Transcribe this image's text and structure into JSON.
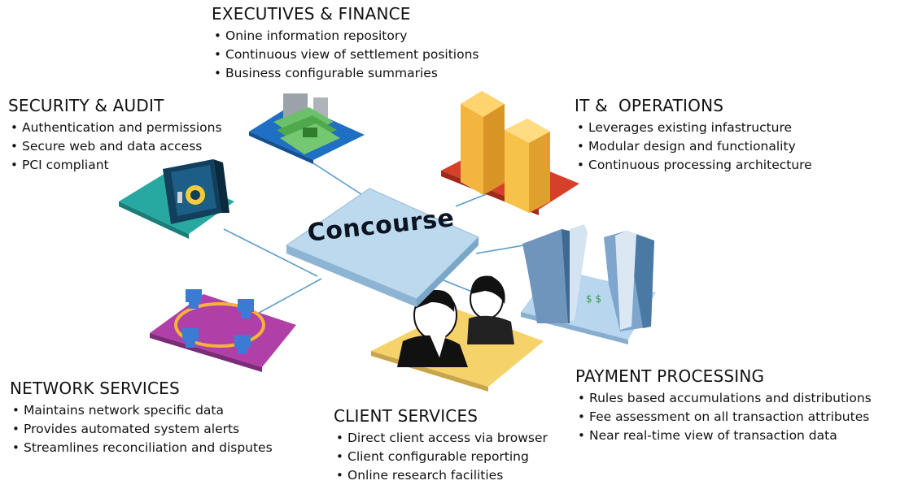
{
  "center": {
    "label": "Concourse"
  },
  "colors": {
    "hub": "#bcd9ee",
    "executives_tile": "#1f6fc4",
    "security_tile": "#27a9a1",
    "it_tile": "#d6402a",
    "payment_tile": "#b9d6ef",
    "network_tile": "#b040a8",
    "client_tile": "#f6d26a",
    "connector_line": "#5a9bc9"
  },
  "sections": {
    "executives": {
      "title": "EXECUTIVES & FINANCE",
      "items": [
        "Onine information repository",
        "Continuous view of settlement positions",
        "Business configurable summaries"
      ],
      "icon": "money-stack-icon"
    },
    "security": {
      "title": "SECURITY & AUDIT",
      "items": [
        "Authentication and permissions",
        "Secure web and data access",
        "PCI compliant"
      ],
      "icon": "vault-safe-icon"
    },
    "it": {
      "title": "IT &  OPERATIONS",
      "items": [
        "Leverages existing infastructure",
        "Modular design and functionality",
        "Continuous processing architecture"
      ],
      "icon": "office-buildings-icon"
    },
    "payment": {
      "title": "PAYMENT PROCESSING",
      "items": [
        "Rules based accumulations and distributions",
        "Fee assessment on all transaction attributes",
        "Near real-time view of transaction data"
      ],
      "icon": "glass-towers-icon"
    },
    "network": {
      "title": "NETWORK SERVICES",
      "items": [
        "Maintains network specific data",
        "Provides automated system alerts",
        "Streamlines reconciliation and disputes"
      ],
      "icon": "network-computers-icon"
    },
    "client": {
      "title": "CLIENT SERVICES",
      "items": [
        "Direct client access via browser",
        "Client configurable reporting",
        "Online research facilities"
      ],
      "icon": "call-center-people-icon"
    }
  }
}
